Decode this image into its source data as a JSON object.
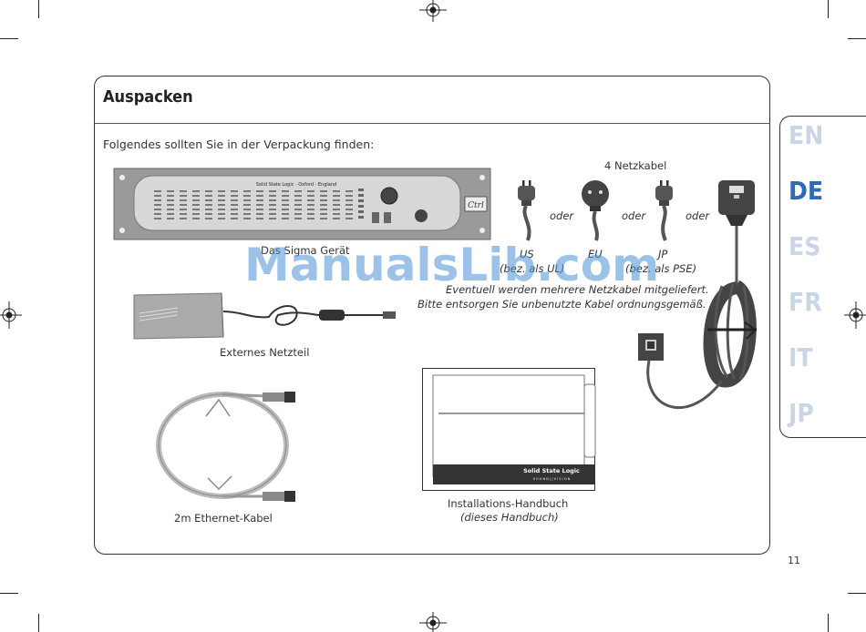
{
  "page": {
    "title": "Auspacken",
    "intro": "Folgendes sollten Sie in der Verpackung finden:",
    "page_number": "11"
  },
  "languages": [
    {
      "code": "EN",
      "active": false
    },
    {
      "code": "DE",
      "active": true
    },
    {
      "code": "ES",
      "active": false
    },
    {
      "code": "FR",
      "active": false
    },
    {
      "code": "IT",
      "active": false
    },
    {
      "code": "JP",
      "active": false
    }
  ],
  "items": {
    "sigma_device": {
      "caption": "Das Sigma Gerät",
      "brand_text": "Solid State Logic · Oxford · England",
      "badge": "Ctrl"
    },
    "power_supply": {
      "caption": "Externes Netzteil"
    },
    "ethernet": {
      "caption": "2m Ethernet-Kabel"
    },
    "manual": {
      "caption": "Installations-Handbuch",
      "subcaption": "(dieses Handbuch)",
      "brand_text": "Solid State Logic",
      "tagline": "S O U N D  | |  V I S I O N"
    }
  },
  "power_cables": {
    "heading": "4 Netzkabel",
    "or_word": "oder",
    "labels": [
      {
        "name": "US",
        "note": "(bez. als UL)"
      },
      {
        "name": "EU",
        "note": ""
      },
      {
        "name": "JP",
        "note": "(bez. als PSE)"
      }
    ],
    "note_line1": "Eventuell werden mehrere Netzkabel mitgeliefert.",
    "note_line2": "Bitte entsorgen Sie unbenutzte Kabel ordnungsgemäß."
  },
  "watermark": "ManualsLib.com",
  "colors": {
    "accent": "#2b6cb3",
    "inactive_lang": "#c9d6e6",
    "watermark": "#4c90d6"
  }
}
